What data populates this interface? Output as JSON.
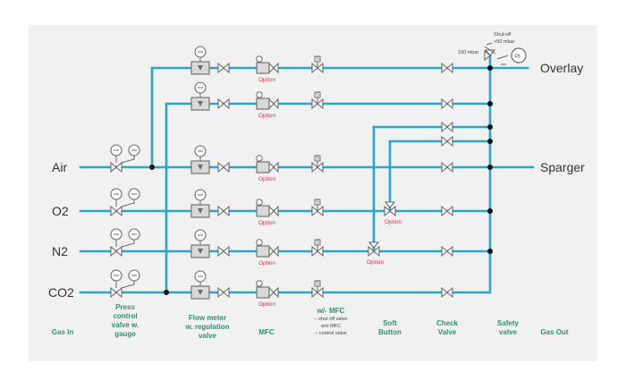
{
  "inputs": [
    {
      "label": "Air"
    },
    {
      "label": "O2"
    },
    {
      "label": "N2"
    },
    {
      "label": "CO2"
    }
  ],
  "outputs": {
    "overlay": "Overlay",
    "sparger": "Sparger"
  },
  "option_text": "Option",
  "safety": {
    "shutoff_label_1": "Shut-off",
    "shutoff_label_2": ">50 mbar",
    "relief_label": "100 mbar",
    "gauge_text": "PI"
  },
  "gauge_text": "PI",
  "mfc_text": "S",
  "captions": {
    "gas_in": [
      "Gas In"
    ],
    "press_control": [
      "Press",
      "control",
      "valve w.",
      "gauge"
    ],
    "flow_meter": [
      "Flow meter",
      "w. regulation",
      "valve"
    ],
    "mfc": [
      "MFC"
    ],
    "mfc_valve": [
      "w/- MFC",
      "– shut off valve",
      "w/o MFC",
      "– control valve"
    ],
    "soft_button": [
      "Soft",
      "Button"
    ],
    "check_valve": [
      "Check",
      "Valve"
    ],
    "safety_valve": [
      "Safety",
      "valve"
    ],
    "gas_out": [
      "Gas Out"
    ]
  },
  "colors": {
    "pipe": "#2ba6c7",
    "caption": "#2f8f74",
    "option": "#e2333a",
    "background_panel": "#f1f1f1"
  }
}
